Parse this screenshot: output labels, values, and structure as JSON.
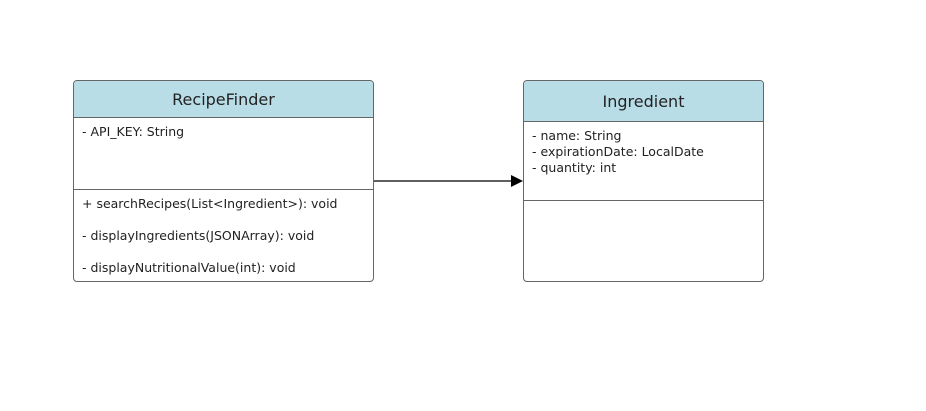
{
  "classes": [
    {
      "name": "RecipeFinder",
      "attributes": [
        "- API_KEY: String"
      ],
      "methods": [
        "+ searchRecipes(List<Ingredient>): void",
        "- displayIngredients(JSONArray): void",
        "- displayNutritionalValue(int): void"
      ]
    },
    {
      "name": "Ingredient",
      "attributes": [
        "- name: String",
        "- expirationDate: LocalDate",
        "- quantity: int"
      ],
      "methods": []
    }
  ],
  "relationships": [
    {
      "from": "RecipeFinder",
      "to": "Ingredient",
      "type": "directed-association"
    }
  ],
  "colors": {
    "header_fill": "#b9dde7",
    "border": "#666666",
    "line": "#000000"
  }
}
